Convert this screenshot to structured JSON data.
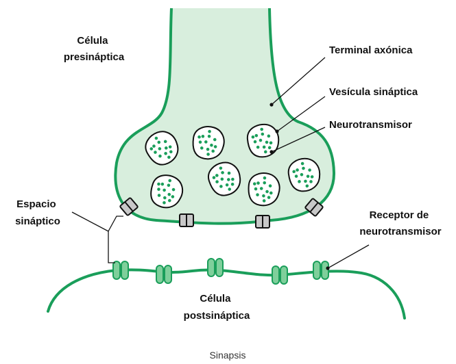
{
  "labels": {
    "presynaptic_cell": [
      "Célula",
      "presináptica"
    ],
    "axon_terminal": "Terminal axónica",
    "synaptic_vesicle": "Vesícula sináptica",
    "neurotransmitter": "Neurotransmisor",
    "synaptic_cleft": [
      "Espacio",
      "sináptico"
    ],
    "receptor": [
      "Receptor de",
      "neurotransmisor"
    ],
    "postsynaptic_cell": [
      "Célula",
      "postsináptica"
    ]
  },
  "caption": "Sinapsis",
  "colors": {
    "membrane": "#1a9e5a",
    "terminal_fill": "#d8eedd",
    "receptor_fill": "#7fcf9b",
    "channel_fill": "#c8c8c8",
    "vesicle_fill": "#ffffff",
    "neurotransmitter": "#1a9e5a"
  }
}
